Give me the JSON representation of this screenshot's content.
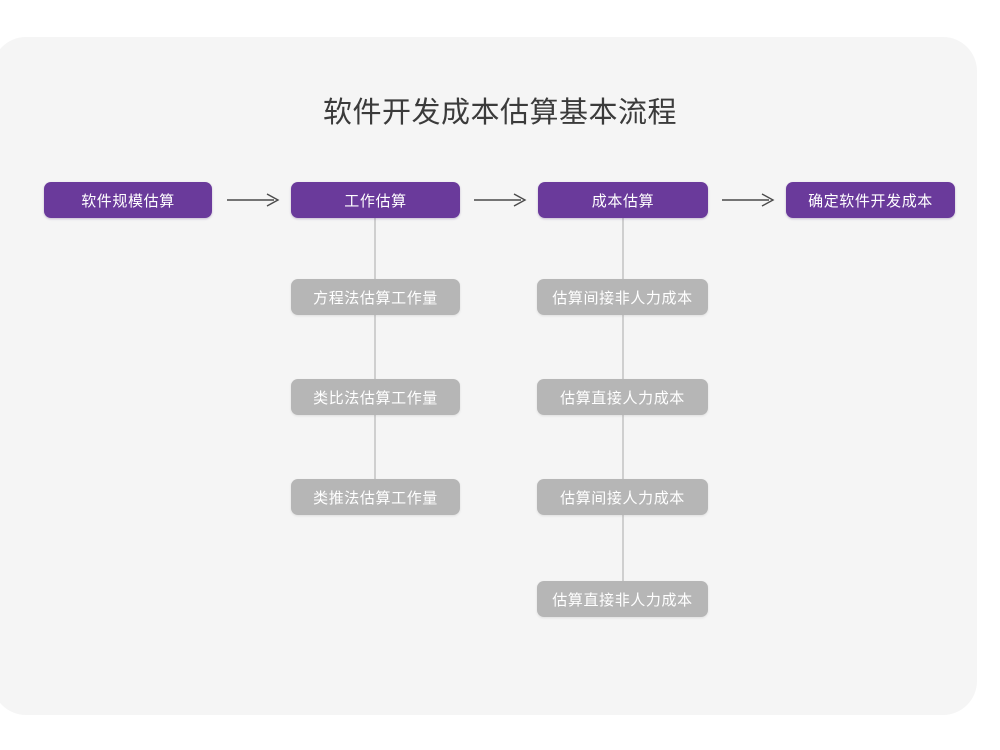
{
  "diagram": {
    "title": "软件开发成本估算基本流程",
    "type": "flowchart",
    "colors": {
      "page_background": "#ffffff",
      "card_background": "#f5f5f5",
      "primary_node": "#6a3a9b",
      "secondary_node": "#b6b6b6",
      "node_text": "#ffffff",
      "title_text": "#3b3b3b",
      "connector": "#cfcfcf",
      "arrow": "#4a4a4a"
    },
    "main_flow": [
      {
        "label": "软件规模估算"
      },
      {
        "label": "工作估算"
      },
      {
        "label": "成本估算"
      },
      {
        "label": "确定软件开发成本"
      }
    ],
    "arrows": [
      {
        "glyph": "arrow-right-icon"
      },
      {
        "glyph": "arrow-right-icon"
      },
      {
        "glyph": "arrow-right-icon"
      }
    ],
    "branches": [
      {
        "parent": "工作估算",
        "items": [
          {
            "label": "方程法估算工作量"
          },
          {
            "label": "类比法估算工作量"
          },
          {
            "label": "类推法估算工作量"
          }
        ]
      },
      {
        "parent": "成本估算",
        "items": [
          {
            "label": "估算间接非人力成本"
          },
          {
            "label": "估算直接人力成本"
          },
          {
            "label": "估算间接人力成本"
          },
          {
            "label": "估算直接非人力成本"
          }
        ]
      }
    ]
  }
}
